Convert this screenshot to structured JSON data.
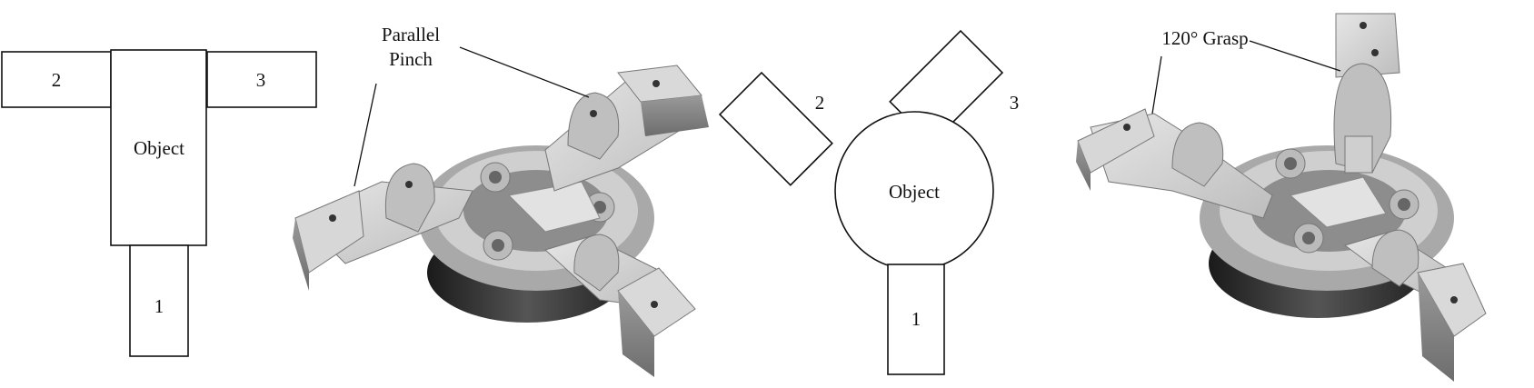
{
  "panels": {
    "parallel_schematic": {
      "object_label": "Object",
      "finger_labels": [
        "1",
        "2",
        "3"
      ]
    },
    "parallel_render": {
      "callout_line1": "Parallel",
      "callout_line2": "Pinch"
    },
    "grasp_schematic": {
      "object_label": "Object",
      "finger_labels": [
        "1",
        "2",
        "3"
      ]
    },
    "grasp_render": {
      "callout": "120° Grasp"
    }
  }
}
